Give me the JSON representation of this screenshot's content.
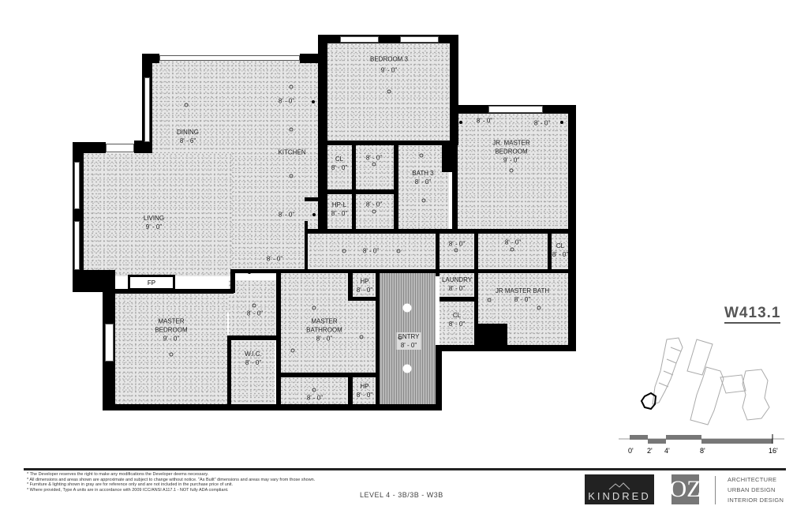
{
  "unit": {
    "id": "W413.1"
  },
  "rooms": [
    {
      "key": "dining",
      "name": "DINING",
      "height": "8' - 6\""
    },
    {
      "key": "kitchen",
      "name": "KITCHEN",
      "height": "8' - 0\""
    },
    {
      "key": "living",
      "name": "LIVING",
      "height": "9' - 0\""
    },
    {
      "key": "bedroom3",
      "name": "BEDROOM 3",
      "height": "9' - 0\""
    },
    {
      "key": "cl1",
      "name": "CL",
      "height": "8' - 0\""
    },
    {
      "key": "hpl",
      "name": "HP-L",
      "height": "8' - 0\""
    },
    {
      "key": "bath3",
      "name": "BATH 3",
      "height": "8' - 0\""
    },
    {
      "key": "jrmaster",
      "name": "JR. MASTER\nBEDROOM",
      "height": "9' - 0\""
    },
    {
      "key": "cl2",
      "name": "CL",
      "height": "8' - 0\""
    },
    {
      "key": "laundry",
      "name": "LAUNDRY",
      "height": "8' - 0\""
    },
    {
      "key": "cl3",
      "name": "CL",
      "height": "8' - 0\""
    },
    {
      "key": "jrbath",
      "name": "JR MASTER BATH",
      "height": "8' - 0\""
    },
    {
      "key": "entry",
      "name": "ENTRY",
      "height": "8' - 0\""
    },
    {
      "key": "hp1",
      "name": "HP",
      "height": "8' - 0\""
    },
    {
      "key": "hp2",
      "name": "HP",
      "height": "8' - 0\""
    },
    {
      "key": "masterbath",
      "name": "MASTER\nBATHROOM",
      "height": "8' - 0\""
    },
    {
      "key": "wic",
      "name": "W.I.C.",
      "height": "8' - 0\""
    },
    {
      "key": "masterbed",
      "name": "MASTER\nBEDROOM",
      "height": "9' - 0\""
    }
  ],
  "misc_heights": {
    "kitchen_upper": "8' - 0\"",
    "kitchen_lower": "8' - 0\"",
    "dining_lower": "8' - 0\"",
    "hall_closet1": "8' - 0\"",
    "hall_closet2": "8' - 0\"",
    "hallway": "8' - 0\"",
    "hall_mid": "8' - 0\"",
    "jr_hall": "8' - 0\"",
    "jr_left": "8' - 0\"",
    "jr_right": "8' - 0\"",
    "master_hall": "8' - 0\"",
    "master_wc": "8' - 0\""
  },
  "fireplace": {
    "label": "FP"
  },
  "scale_bar": {
    "ticks": [
      "0'",
      "2'",
      "4'",
      "8'",
      "16'"
    ]
  },
  "notes": [
    "* The Developer reserves the right to make any modifications the Developer deems necessary.",
    "* All dimensions and areas shown are approximate and subject to change without notice. \"As Built\" dimensions and areas may vary from those shown.",
    "* Furniture & lighting shown in gray are for reference only and are not included in the purchase price of unit.",
    "* Where provided, Type A units are in accordance with 2009 ICC/ANSI A117.1 - NOT fully ADA compliant."
  ],
  "footer": {
    "level": "LEVEL 4 - 3B/3B - W3B",
    "brand": "KINDRED",
    "firm_logo": "OZ",
    "firm_services": [
      "ARCHITECTURE",
      "URBAN DESIGN",
      "INTERIOR DESIGN"
    ]
  }
}
